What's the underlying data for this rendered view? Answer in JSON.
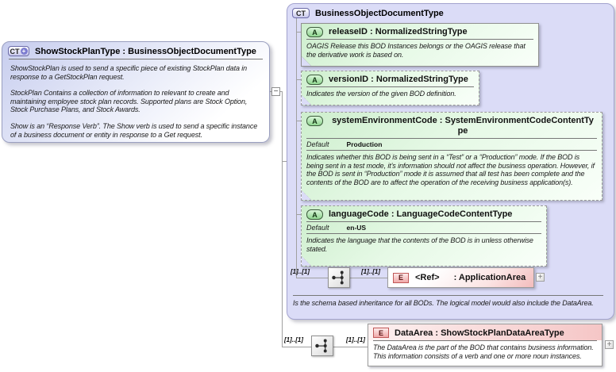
{
  "icons": {
    "ct": "CT",
    "a": "A",
    "e": "E",
    "plus": "+",
    "minus": "−"
  },
  "left_box": {
    "title": "ShowStockPlanType : BusinessObjectDocumentType",
    "paragraphs": [
      "ShowStockPlan is used to send a specific piece of existing StockPlan data in response to a GetStockPlan request.",
      "StockPlan  Contains a collection of information to relevant to create and maintaining employee stock plan records. Supported plans are Stock Option, Stock Purchase Plans, and Stock Awards.",
      "Show is an “Response Verb”. The Show verb is used to send a specific instance of a business document or entity in response to a Get request."
    ]
  },
  "bod_box": {
    "title": "BusinessObjectDocumentType",
    "attributes": [
      {
        "title": "releaseID : NormalizedStringType",
        "description": "OAGIS Release this BOD Instances belongs or the OAGIS release that the derivative work is based on."
      },
      {
        "title": "versionID : NormalizedStringType",
        "description": "Indicates the version of the given BOD definition."
      },
      {
        "title": "systemEnvironmentCode : SystemEnvironmentCodeContentTy\npe",
        "default_label": "Default",
        "default_value": "Production",
        "description": "Indicates whether this BOD is being sent in a “Test” or a “Production” mode. If the BOD is being sent in a test mode, it’s information should not affect the business operation. However, if the BOD is sent in “Production” mode it is assumed that all test has been complete and the contents of the BOD are to affect the operation of the receiving business application(s)."
      },
      {
        "title": "languageCode : LanguageCodeContentType",
        "default_label": "Default",
        "default_value": "en-US",
        "description": "Indicates the language that the contents of the BOD is in unless otherwise stated."
      }
    ],
    "sequence_left_cardinality": "[1]..[1]",
    "sequence_right_cardinality": "[1]..[1]",
    "application_area": {
      "ref": "<Ref>",
      "type": ": ApplicationArea",
      "expand": "+"
    },
    "footer": "Is the schema based inheritance for all BODs. The logical model would also include the DataArea."
  },
  "data_area_row": {
    "left_cardinality": "[1]..[1]",
    "right_cardinality": "[1]..[1]",
    "element": {
      "title": "DataArea : ShowStockPlanDataAreaType",
      "description": "The DataArea is the part of the BOD that contains business information. This information consists of a verb and one or more noun instances.",
      "expand": "+"
    }
  },
  "colors": {
    "panel_purple": "#dbdcf7",
    "attr_green": "#d8f3d8",
    "element_pink": "#f5c6c6",
    "line_gray": "#a0a0a0"
  }
}
